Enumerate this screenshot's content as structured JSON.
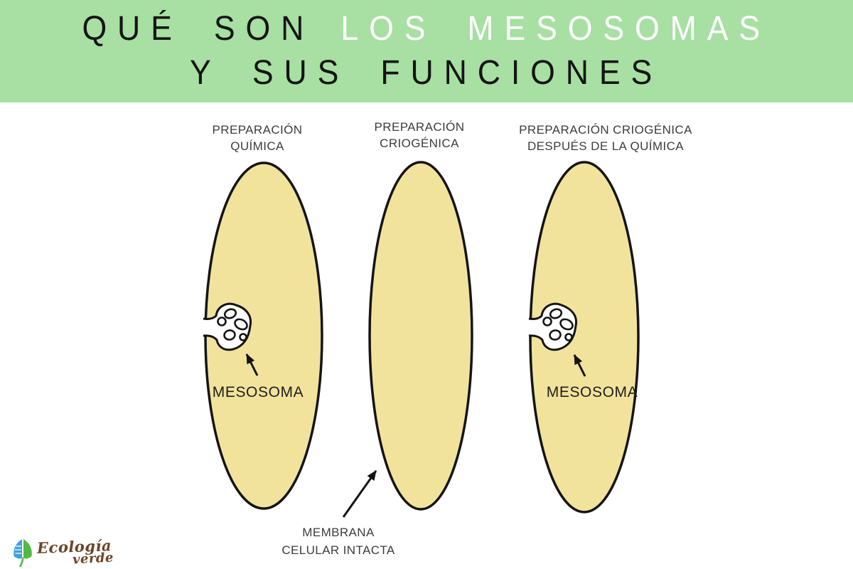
{
  "header": {
    "bg_color": "#a7e0a2",
    "title_line1_black": "QUÉ SON",
    "title_line1_white": "LOS MESOSOMAS",
    "title_line2": "Y SUS FUNCIONES"
  },
  "diagram": {
    "cell_fill": "#f2e39c",
    "cell_outline": "#141414",
    "cells": [
      {
        "label_lines": [
          "PREPARACIÓN",
          "QUÍMICA"
        ],
        "has_mesosome": true,
        "mesosome_label": "MESOSOMA"
      },
      {
        "label_lines": [
          "PREPARACIÓN",
          "CRIOGÉNICA"
        ],
        "has_mesosome": false
      },
      {
        "label_lines": [
          "PREPARACIÓN CRIOGÉNICA",
          "DESPUÉS DE LA QUÍMICA"
        ],
        "has_mesosome": true,
        "mesosome_label": "MESOSOMA"
      }
    ],
    "membrane_label_lines": [
      "MEMBRANA",
      "CELULAR INTACTA"
    ]
  },
  "footer": {
    "logo_text_main": "Ecología",
    "logo_text_sub": "verde",
    "logo_text_color": "#6d4426",
    "leaf_blue": "#3fa3d8",
    "leaf_green": "#55b845"
  }
}
